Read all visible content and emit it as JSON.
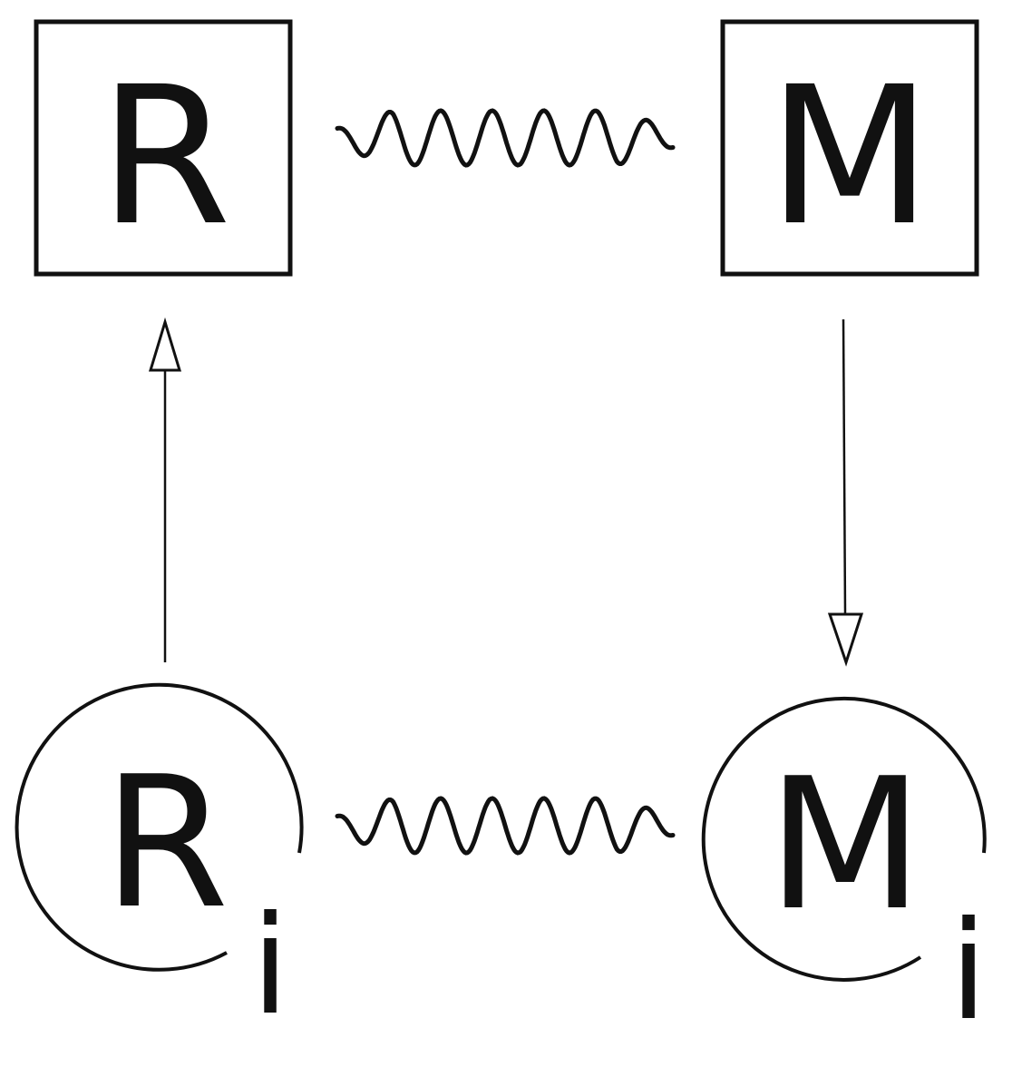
{
  "nodes": {
    "top_left": {
      "label": "R",
      "shape": "square"
    },
    "top_right": {
      "label": "M",
      "shape": "square"
    },
    "bottom_left": {
      "label": "R",
      "subscript": "i",
      "shape": "circle"
    },
    "bottom_right": {
      "label": "M",
      "subscript": "i",
      "shape": "circle"
    }
  },
  "edges": [
    {
      "from": "top_left",
      "to": "top_right",
      "style": "wavy"
    },
    {
      "from": "bottom_left",
      "to": "bottom_right",
      "style": "wavy"
    },
    {
      "from": "bottom_left",
      "to": "top_left",
      "style": "arrow"
    },
    {
      "from": "top_right",
      "to": "bottom_right",
      "style": "arrow"
    }
  ],
  "colors": {
    "stroke": "#111111",
    "background": "#ffffff"
  }
}
